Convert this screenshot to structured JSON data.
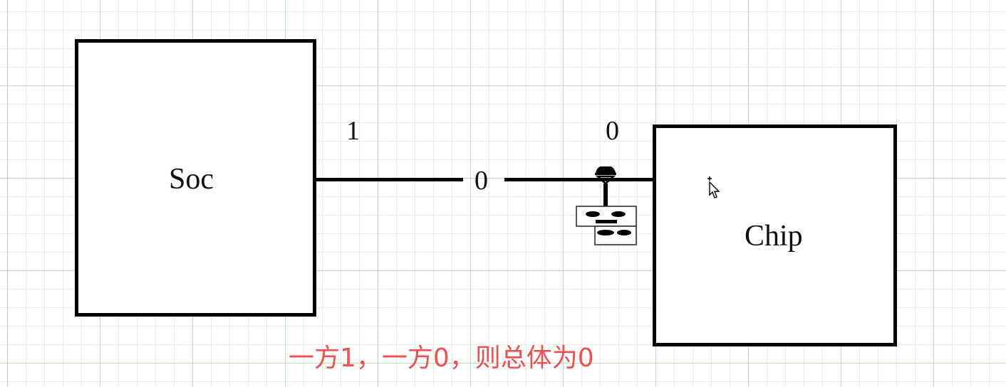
{
  "blocks": {
    "soc": {
      "label": "Soc",
      "value": "1"
    },
    "chip": {
      "label": "Chip",
      "value": "0"
    }
  },
  "net": {
    "value": "0"
  },
  "caption": "一方1，一方0，则总体为0",
  "icons": {
    "probe": "wire-probe-icon",
    "cursor": "mouse-pointer-icon"
  },
  "colors": {
    "caption": "#f05050",
    "grid": "#b9ddb4",
    "stroke": "#000000"
  }
}
